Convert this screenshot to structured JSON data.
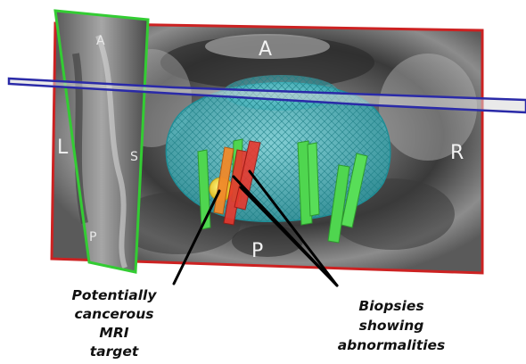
{
  "orientation_labels": {
    "anterior": "A",
    "posterior": "P",
    "left": "L",
    "right": "R",
    "sagittal_top": "A",
    "sagittal_side": "S",
    "sagittal_bottom": "P"
  },
  "annotations": {
    "mri_target": [
      "Potentially",
      "cancerous",
      "MRI",
      "target"
    ],
    "biopsies": [
      "Biopsies",
      "showing",
      "abnormalities"
    ]
  },
  "colors": {
    "axial_frame": "#cc2222",
    "sagittal_frame": "#33cc33",
    "coronal_plane": "#2a2aa8",
    "prostate_mesh": "#47c9d2",
    "normal_biopsy": "#4fd64f",
    "abnormal_biopsy": "#e8382e",
    "target": "#e6d21e"
  }
}
